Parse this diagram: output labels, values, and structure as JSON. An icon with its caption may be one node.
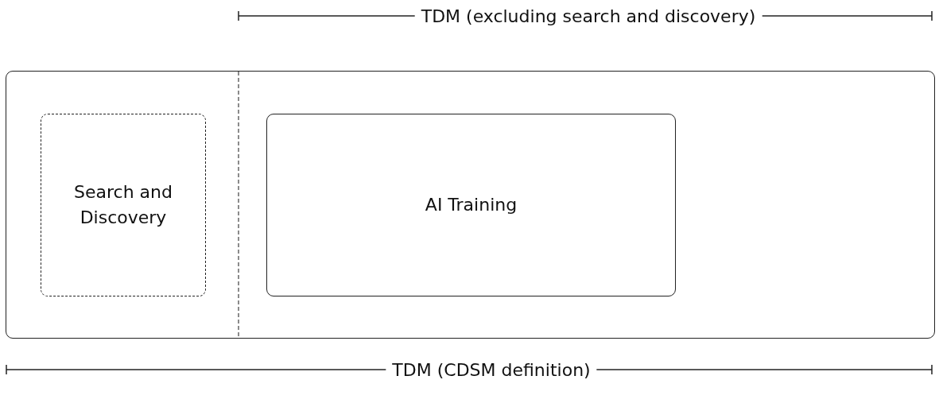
{
  "diagram": {
    "nodes": [
      {
        "text": [],
        "shape": "box"
      },
      {
        "text": [
          "Search and Discovery"
        ],
        "in": 0
      },
      {
        "text": [
          "AI Training"
        ],
        "in": 0
      }
    ],
    "labels": [
      "TDM (excluding search and discovery)",
      "TDM (CDSM definition)"
    ]
  }
}
